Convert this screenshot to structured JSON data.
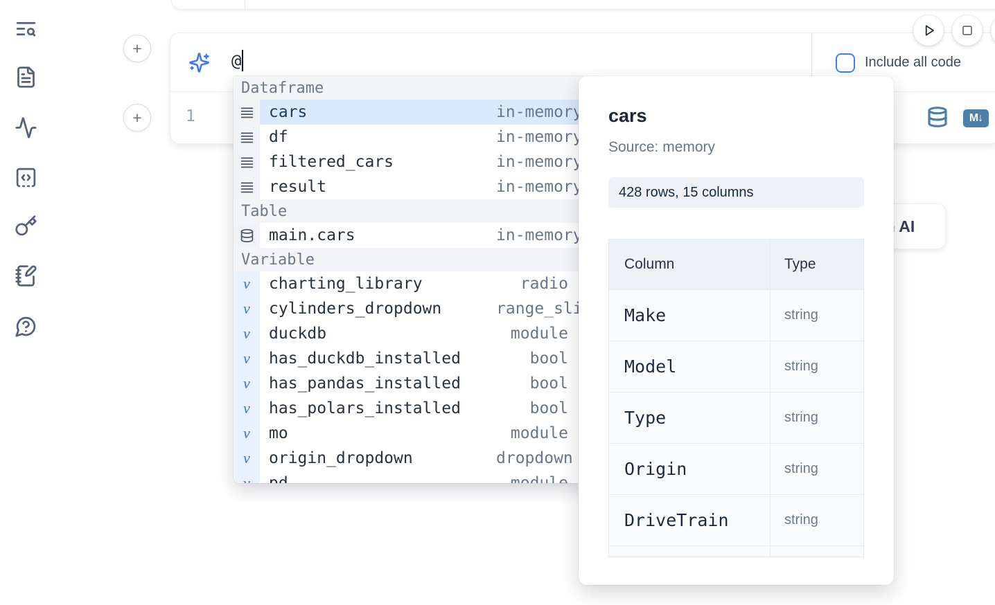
{
  "sidebar": {
    "icons": [
      "text-search",
      "file-text",
      "activity",
      "code-snippet",
      "key",
      "notebook-pen",
      "help-chat"
    ]
  },
  "cell": {
    "add_cell_label": "+",
    "ai_prompt_value": "@",
    "include_all_code_label": "Include all code",
    "line_number": "1",
    "markdown_badge": "M↓"
  },
  "autocomplete": {
    "sections": [
      {
        "label": "Dataframe",
        "items": [
          {
            "name": "cars",
            "type": "in-memory",
            "selected": true
          },
          {
            "name": "df",
            "type": "in-memory"
          },
          {
            "name": "filtered_cars",
            "type": "in-memory"
          },
          {
            "name": "result",
            "type": "in-memory"
          }
        ]
      },
      {
        "label": "Table",
        "items": [
          {
            "name": "main.cars",
            "type": "in-memory"
          }
        ]
      },
      {
        "label": "Variable",
        "items": [
          {
            "name": "charting_library",
            "type": "radio"
          },
          {
            "name": "cylinders_dropdown",
            "type": "range_slider"
          },
          {
            "name": "duckdb",
            "type": "module"
          },
          {
            "name": "has_duckdb_installed",
            "type": "bool"
          },
          {
            "name": "has_pandas_installed",
            "type": "bool"
          },
          {
            "name": "has_polars_installed",
            "type": "bool"
          },
          {
            "name": "mo",
            "type": "module"
          },
          {
            "name": "origin_dropdown",
            "type": "dropdown"
          },
          {
            "name": "pd",
            "type": "module"
          }
        ]
      }
    ]
  },
  "preview": {
    "title": "cars",
    "source": "Source: memory",
    "shape": "428 rows, 15 columns",
    "table": {
      "headers": [
        "Column",
        "Type"
      ],
      "rows": [
        [
          "Make",
          "string"
        ],
        [
          "Model",
          "string"
        ],
        [
          "Type",
          "string"
        ],
        [
          "Origin",
          "string"
        ],
        [
          "DriveTrain",
          "string"
        ]
      ]
    }
  },
  "generate_button": {
    "label": "Generate with AI"
  },
  "colors": {
    "accent_blue": "#3b82f6",
    "selection": "#d9eafc",
    "sql_blue": "#4c80ab"
  }
}
